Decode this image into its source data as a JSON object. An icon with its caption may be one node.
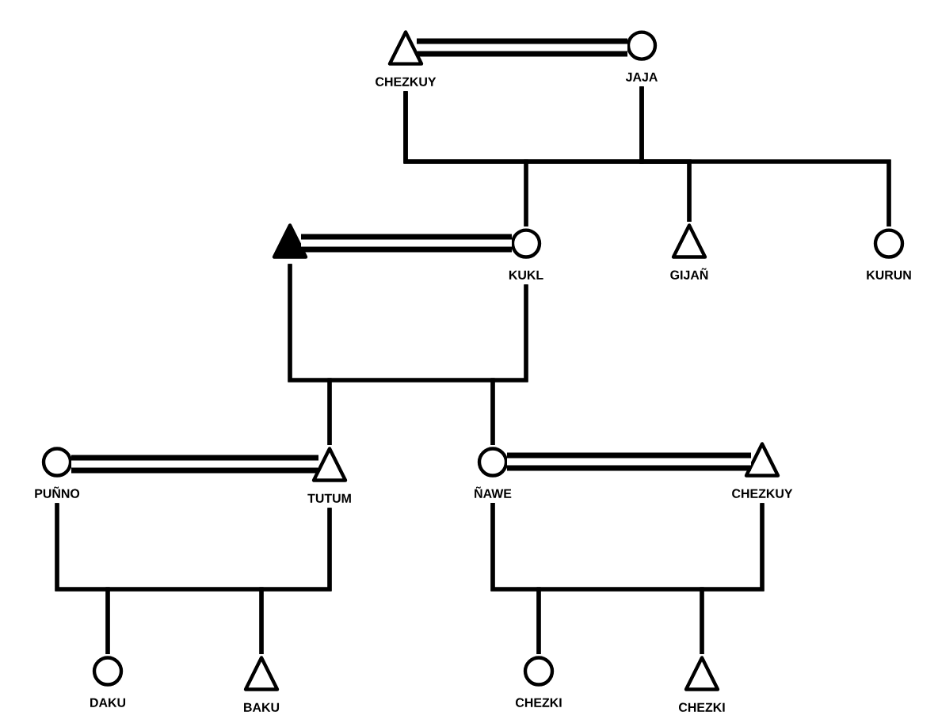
{
  "diagram": {
    "nodes": [
      {
        "text": [
          "CHEZKUY"
        ]
      },
      {
        "text": [
          "JAJA"
        ]
      },
      {
        "text": [],
        "shape": "triangle"
      },
      {
        "text": [
          "KUKL"
        ]
      },
      {
        "text": [
          "GIJAÑ"
        ]
      },
      {
        "text": [
          "KURUN"
        ]
      },
      {
        "text": [
          "PUÑNO"
        ]
      },
      {
        "text": [
          "TUTUM"
        ]
      },
      {
        "text": [
          "ÑAWE"
        ]
      },
      {
        "text": [
          "CHEZKUY"
        ]
      },
      {
        "text": [
          "DAKU"
        ]
      },
      {
        "text": [
          "BAKU"
        ]
      },
      {
        "text": [
          "CHEZKI"
        ]
      },
      {
        "text": [
          "CHEZKI"
        ]
      }
    ],
    "edges": [
      {
        "from": 0,
        "to": 1,
        "arrow": "none",
        "style": "thick"
      },
      {
        "from": 0,
        "to": 3,
        "arrow": "none"
      },
      {
        "from": 0,
        "to": 4,
        "arrow": "none"
      },
      {
        "from": 0,
        "to": 5,
        "arrow": "none"
      },
      {
        "from": 1,
        "to": 3,
        "arrow": "none"
      },
      {
        "from": 1,
        "to": 4,
        "arrow": "none"
      },
      {
        "from": 1,
        "to": 5,
        "arrow": "none"
      },
      {
        "from": 2,
        "to": 3,
        "arrow": "none",
        "style": "thick"
      },
      {
        "from": 2,
        "to": 7,
        "arrow": "none"
      },
      {
        "from": 2,
        "to": 8,
        "arrow": "none"
      },
      {
        "from": 3,
        "to": 7,
        "arrow": "none"
      },
      {
        "from": 3,
        "to": 8,
        "arrow": "none"
      },
      {
        "from": 6,
        "to": 7,
        "arrow": "none",
        "style": "thick"
      },
      {
        "from": 6,
        "to": 10,
        "arrow": "none"
      },
      {
        "from": 6,
        "to": 11,
        "arrow": "none"
      },
      {
        "from": 7,
        "to": 10,
        "arrow": "none"
      },
      {
        "from": 7,
        "to": 11,
        "arrow": "none"
      },
      {
        "from": 8,
        "to": 9,
        "arrow": "none",
        "style": "thick"
      },
      {
        "from": 8,
        "to": 12,
        "arrow": "none"
      },
      {
        "from": 8,
        "to": 13,
        "arrow": "none"
      },
      {
        "from": 9,
        "to": 12,
        "arrow": "none"
      },
      {
        "from": 9,
        "to": 13,
        "arrow": "none"
      }
    ]
  }
}
